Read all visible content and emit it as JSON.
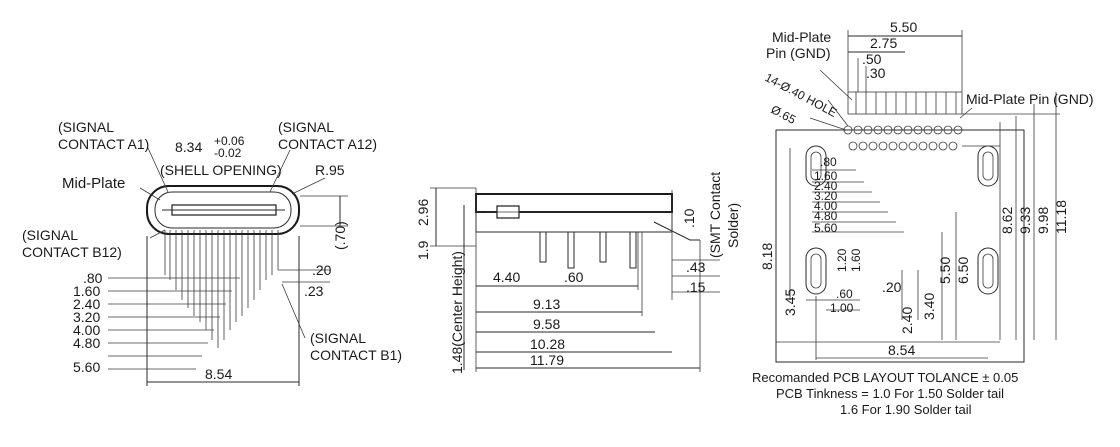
{
  "left_view": {
    "signal_a1": [
      "(SIGNAL",
      "CONTACT A1)"
    ],
    "signal_a12": [
      "(SIGNAL",
      "CONTACT A12)"
    ],
    "signal_b12": [
      "(SIGNAL",
      "CONTACT B12)"
    ],
    "signal_b1": [
      "(SIGNAL",
      "CONTACT B1)"
    ],
    "mid_plate": "Mid-Plate",
    "shell_opening": "(SHELL OPENING)",
    "opening_width": "8.34",
    "tol_plus": "+0.06",
    "tol_minus": "-0.02",
    "radius": "R.95",
    "dims_left": [
      ".80",
      "1.60",
      "2.40",
      "3.20",
      "4.00",
      "4.80",
      "5.60"
    ],
    "dim_70": "(.70)",
    "dim_20": ".20",
    "dim_23": ".23",
    "bottom_width": "8.54"
  },
  "middle_view": {
    "center_height": "1.48(Center Height)",
    "h1": "1.9",
    "h2": "2.96",
    "smt_label": [
      "(SMT Contact",
      "Solder)"
    ],
    "d10": ".10",
    "d440": "4.40",
    "d60": ".60",
    "d43": ".43",
    "d15": ".15",
    "widths": [
      "9.13",
      "9.58",
      "10.28",
      "11.79"
    ]
  },
  "right_view": {
    "mid_plate_pin": [
      "Mid-Plate",
      "Pin (GND)"
    ],
    "mid_plate_pin_right": "Mid-Plate Pin (GND)",
    "top_dims": [
      "5.50",
      "2.75",
      ".50",
      ".30"
    ],
    "hole_label": "14-Ø.40 HOLE",
    "phi65": "Ø.65",
    "left_stack": [
      ".80",
      "1.60",
      "2.40",
      "3.20",
      "4.00",
      "4.80",
      "5.60"
    ],
    "d818": "8.18",
    "d345": "3.45",
    "d120": "1.20",
    "d160": "1.60",
    "d60": ".60",
    "d100": "1.00",
    "d20": ".20",
    "d240": "2.40",
    "d340": "3.40",
    "d550": "5.50",
    "d650": "6.50",
    "d862": "8.62",
    "d933": "9.33",
    "d998": "9.98",
    "d1118": "11.18",
    "bottom": "8.54",
    "notes": [
      "Recomanded PCB LAYOUT  TOLANCE ± 0.05",
      "PCB Tinkness = 1.0 For 1.50 Solder tail",
      "1.6 For 1.90 Solder tail"
    ]
  }
}
